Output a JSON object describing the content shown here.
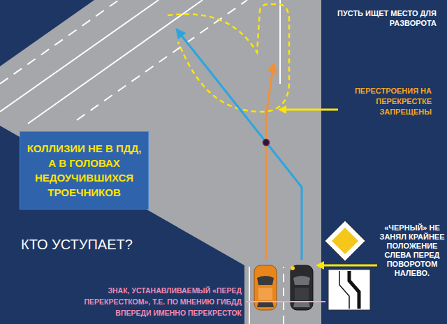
{
  "diagram": {
    "nodes": [
      {
        "text": [
          "КОЛЛИЗИИ НЕ В ПДД, А В ГОЛОВАХ НЕДОУЧИВШИХСЯ ТРОЕЧНИКОВ"
        ]
      }
    ],
    "labels": [
      "ПУСТЬ ИЩЕТ МЕСТО ДЛЯ РАЗВОРОТА",
      "ПЕРЕСТРОЕНИЯ НА ПЕРЕКРЕСТКЕ ЗАПРЕЩЕНЫ",
      "КТО УСТУПАЕТ?",
      "«ЧЕРНЫЙ» НЕ ЗАНЯЛ КРАЙНЕЕ ПОЛОЖЕНИЕ СЛЕВА ПЕРЕД ПОВОРОТОМ НАЛЕВО.",
      "ЗНАК, УСТАНАВЛИВАЕМЫЙ «ПЕРЕД ПЕРЕКРЕСТКОМ», Т.Е. ПО МНЕНИЮ ГИБДД ВПЕРЕДИ ИМЕННО ПЕРЕКРЕСТОК"
    ]
  }
}
